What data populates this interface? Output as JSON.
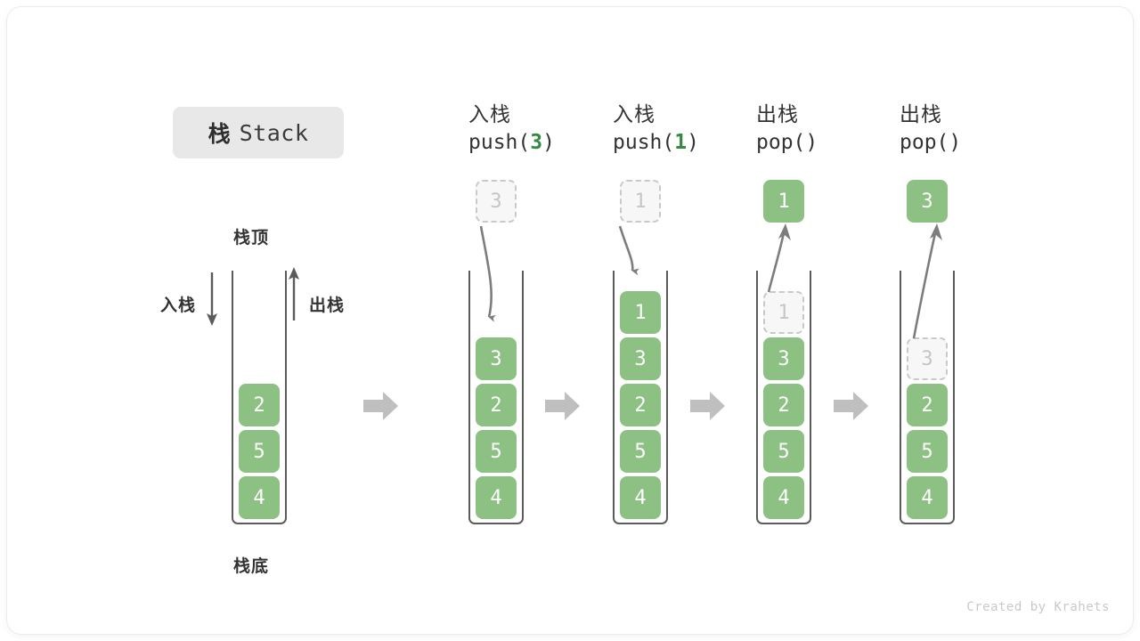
{
  "title": {
    "cjk": "栈",
    "latin": "Stack"
  },
  "labels": {
    "top": "栈顶",
    "bottom": "栈底",
    "push_side": "入栈",
    "pop_side": "出栈"
  },
  "colors": {
    "accent_green": "#8cc183",
    "code_green": "#348a3f",
    "ghost_fill": "#f7f7f7",
    "ghost_border": "#c9c9c9",
    "tube_border": "#5b5b5b",
    "connector_gray": "#bfbfbf",
    "arrow_gray": "#7d7d7d",
    "title_pill_bg": "#e8e8e8",
    "text_dark": "#333333",
    "footer_gray": "#c9c9c9"
  },
  "columns": [
    {
      "id": "initial",
      "header_cjk": "",
      "header_code_prefix": "",
      "header_code_num": "",
      "header_code_suffix": "",
      "stack": [
        "4",
        "5",
        "2"
      ],
      "ghost_in_stack": null,
      "float_cell": null,
      "float_state": null
    },
    {
      "id": "push-3",
      "header_cjk": "入栈",
      "header_code_prefix": "push(",
      "header_code_num": "3",
      "header_code_suffix": ")",
      "stack": [
        "4",
        "5",
        "2",
        "3"
      ],
      "ghost_in_stack": null,
      "float_cell": "3",
      "float_state": "ghost"
    },
    {
      "id": "push-1",
      "header_cjk": "入栈",
      "header_code_prefix": "push(",
      "header_code_num": "1",
      "header_code_suffix": ")",
      "stack": [
        "4",
        "5",
        "2",
        "3",
        "1"
      ],
      "ghost_in_stack": null,
      "float_cell": "1",
      "float_state": "ghost"
    },
    {
      "id": "pop-1",
      "header_cjk": "出栈",
      "header_code_prefix": "pop(",
      "header_code_num": "",
      "header_code_suffix": ")",
      "stack": [
        "4",
        "5",
        "2",
        "3"
      ],
      "ghost_in_stack": "1",
      "float_cell": "1",
      "float_state": "filled"
    },
    {
      "id": "pop-3",
      "header_cjk": "出栈",
      "header_code_prefix": "pop(",
      "header_code_num": "",
      "header_code_suffix": ")",
      "stack": [
        "4",
        "5",
        "2"
      ],
      "ghost_in_stack": "3",
      "float_cell": "3",
      "float_state": "filled"
    }
  ],
  "connector_count": 4,
  "footer": "Created by Krahets"
}
